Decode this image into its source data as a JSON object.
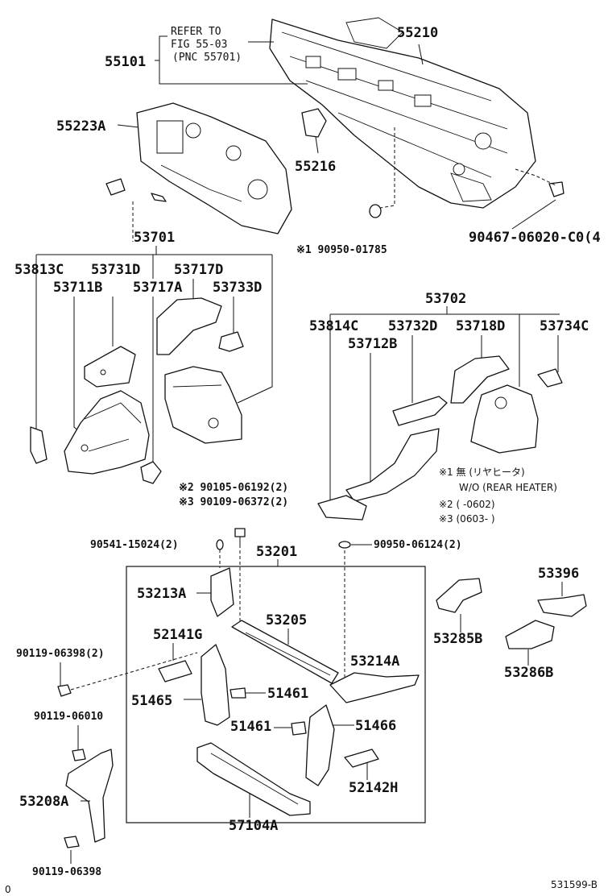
{
  "refer_note": [
    "REFER TO",
    "FIG 55-03",
    "(PNC 55701)"
  ],
  "labels": {
    "p55101": "55101",
    "p55210": "55210",
    "p55223A": "55223A",
    "p55216": "55216",
    "p90950_01785": "※1 90950-01785",
    "p90467": "90467-06020-C0(4",
    "p53701": "53701",
    "p53813C": "53813C",
    "p53731D": "53731D",
    "p53717D": "53717D",
    "p53711B": "53711B",
    "p53717A": "53717A",
    "p53733D": "53733D",
    "p53702": "53702",
    "p53814C": "53814C",
    "p53732D": "53732D",
    "p53718D": "53718D",
    "p53734C": "53734C",
    "p53712B": "53712B",
    "p90105": "※2 90105-06192(2)",
    "p90109": "※3 90109-06372(2)",
    "p90541": "90541-15024(2)",
    "p53201": "53201",
    "p90950_06124": "90950-06124(2)",
    "p53213A": "53213A",
    "p53205": "53205",
    "p52141G": "52141G",
    "p90119_06398_2": "90119-06398(2)",
    "p53214A": "53214A",
    "p51465": "51465",
    "p51461a": "51461",
    "p51461b": "51461",
    "p51466": "51466",
    "p90119_06010": "90119-06010",
    "p52142H": "52142H",
    "p53208A": "53208A",
    "p57104A": "57104A",
    "p90119_06398": "90119-06398",
    "p53396": "53396",
    "p53285B": "53285B",
    "p53286B": "53286B"
  },
  "notes": {
    "n1": "※1 無 (リヤヒータ)",
    "n1b": "W/O (REAR HEATER)",
    "n2": "※2 (      -0602)",
    "n3": "※3 (0603-      )"
  },
  "figure_id": "531599-B",
  "corner_mark": "0"
}
